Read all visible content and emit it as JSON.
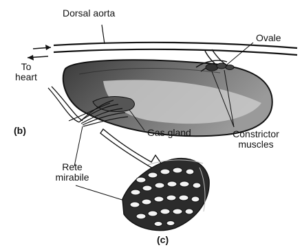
{
  "figure": {
    "labels": {
      "dorsal_aorta": "Dorsal aorta",
      "ovale": "Ovale",
      "to_heart_line1": "To",
      "to_heart_line2": "heart",
      "panel_b": "(b)",
      "gas_gland": "Gas gland",
      "constrictor_line1": "Constrictor",
      "constrictor_line2": "muscles",
      "rete_line1": "Rete",
      "rete_line2": "mirabile",
      "panel_c": "(c)"
    }
  }
}
